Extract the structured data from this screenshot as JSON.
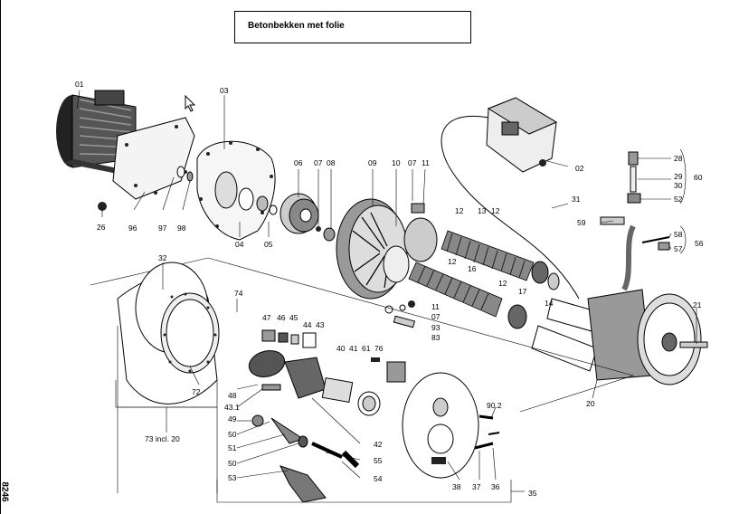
{
  "title": "Betonbekken met folie",
  "side_code": "8246",
  "labels": {
    "l01": "01",
    "l02": "02",
    "l03": "03",
    "l04": "04",
    "l05": "05",
    "l06": "06",
    "l07a": "07",
    "l07b": "07",
    "l07c": "07",
    "l08": "08",
    "l09": "09",
    "l10": "10",
    "l11a": "11",
    "l11b": "11",
    "l12a": "12",
    "l12b": "12",
    "l12c": "12",
    "l12d": "12",
    "l13": "13",
    "l14": "14",
    "l16": "16",
    "l17": "17",
    "l20": "20",
    "l21": "21",
    "l26": "26",
    "l28": "28",
    "l29": "29",
    "l30": "30",
    "l31": "31",
    "l32": "32",
    "l35": "35",
    "l36": "36",
    "l37": "37",
    "l38": "38",
    "l40": "40",
    "l41": "41",
    "l42": "42",
    "l43": "43",
    "l431": "43.1",
    "l44": "44",
    "l45": "45",
    "l46": "46",
    "l47": "47",
    "l48": "48",
    "l49": "49",
    "l50a": "50",
    "l50b": "50",
    "l51": "51",
    "l52": "52",
    "l53": "53",
    "l54": "54",
    "l55": "55",
    "l56": "56",
    "l57": "57",
    "l58": "58",
    "l59": "59",
    "l60": "60",
    "l61": "61",
    "l72": "72",
    "l73": "73 incl. 20",
    "l74": "74",
    "l76": "76",
    "l83": "83",
    "l902": "90.2",
    "l93": "93",
    "l96": "96",
    "l97": "97",
    "l98": "98"
  }
}
